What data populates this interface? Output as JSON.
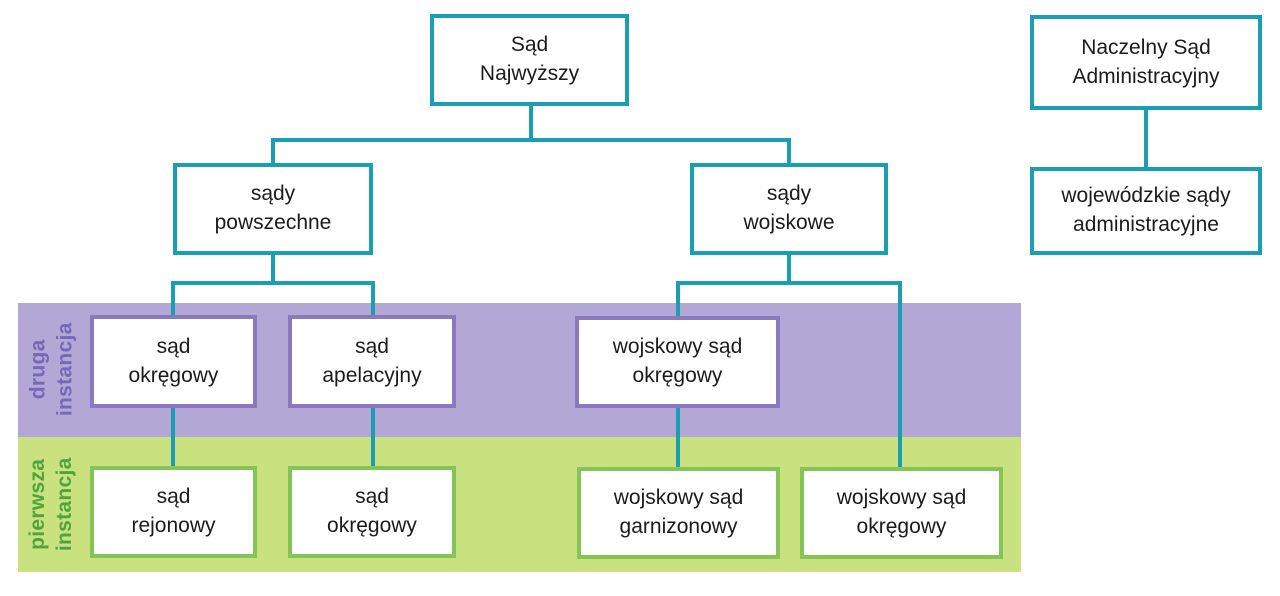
{
  "diagram": {
    "type": "org-chart",
    "subject": "Structure of courts",
    "colors": {
      "connector_teal": "#1B9EB2",
      "node_border_teal": "#1B9EB2",
      "node_bg": "#FFFFFF",
      "text": "#1B1B1B",
      "band_second_instance_bg": "#B3A8D5",
      "band_second_instance_box_border": "#8A7ABD",
      "band_second_instance_label": "#7668B8",
      "band_first_instance_bg": "#C9E17E",
      "band_first_instance_box_border": "#85C558",
      "band_first_instance_label": "#4FA53C"
    },
    "nodes": {
      "sad_najwyzszy": {
        "line1": "Sąd",
        "line2": "Najwyższy"
      },
      "naczelny_sad_administracyjny": {
        "line1": "Naczelny Sąd",
        "line2": "Administracyjny"
      },
      "sady_powszechne": {
        "line1": "sądy",
        "line2": "powszechne"
      },
      "sady_wojskowe": {
        "line1": "sądy",
        "line2": "wojskowe"
      },
      "wojewodzkie_sady_administracyjne": {
        "line1": "wojewódzkie sądy",
        "line2": "administracyjne"
      },
      "sad_okregowy_druga": {
        "line1": "sąd",
        "line2": "okręgowy"
      },
      "sad_apelacyjny": {
        "line1": "sąd",
        "line2": "apelacyjny"
      },
      "wojskowy_sad_okregowy_druga": {
        "line1": "wojskowy sąd",
        "line2": "okręgowy"
      },
      "sad_rejonowy": {
        "line1": "sąd",
        "line2": "rejonowy"
      },
      "sad_okregowy_pierwsza": {
        "line1": "sąd",
        "line2": "okręgowy"
      },
      "wojskowy_sad_garnizonowy": {
        "line1": "wojskowy sąd",
        "line2": "garnizonowy"
      },
      "wojskowy_sad_okregowy_pierwsza": {
        "line1": "wojskowy sąd",
        "line2": "okręgowy"
      }
    },
    "bands": {
      "druga_instancja": {
        "line1": "druga",
        "line2": "instancja"
      },
      "pierwsza_instancja": {
        "line1": "pierwsza",
        "line2": "instancja"
      }
    }
  }
}
